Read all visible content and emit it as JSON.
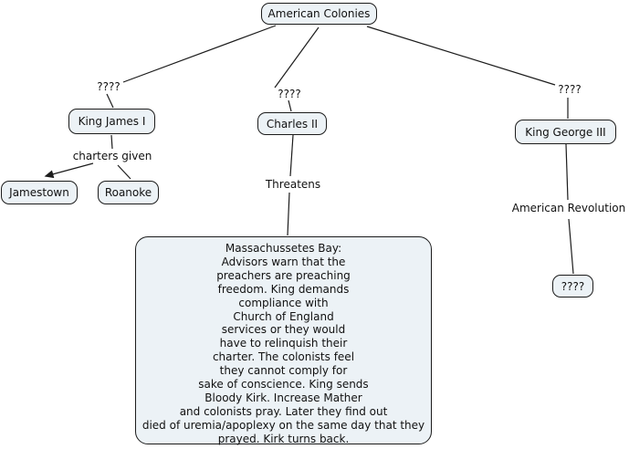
{
  "nodes": {
    "american_colonies": {
      "label": "American Colonies"
    },
    "king_james": {
      "label": "King James I"
    },
    "jamestown": {
      "label": "Jamestown"
    },
    "roanoke": {
      "label": "Roanoke"
    },
    "charles_ii": {
      "label": "Charles II"
    },
    "king_george_iii": {
      "label": "King George III"
    },
    "unknown_outcome": {
      "label": "????"
    },
    "massachusetts_bay": {
      "label": "Massachussetes Bay:\nAdvisors warn that the\npreachers are preaching\nfreedom. King demands\ncompliance with\nChurch of England\nservices or they would\nhave to relinquish their\ncharter. The colonists feel\nthey cannot comply for\nsake of conscience. King sends\nBloody Kirk. Increase Mather\nand colonists pray. Later they find out\ndied of uremia/apoplexy on the same day that they\nprayed. Kirk turns back."
    }
  },
  "edge_labels": {
    "james_link": "????",
    "charles_link": "????",
    "george_link": "????",
    "charters_given": "charters given",
    "threatens": "Threatens",
    "american_revolution": "American Revolution"
  },
  "colors": {
    "node_fill": "#ecf2f6",
    "node_border": "#1c1c1c",
    "line": "#1c1c1c",
    "text": "#111111",
    "background": "#ffffff"
  }
}
